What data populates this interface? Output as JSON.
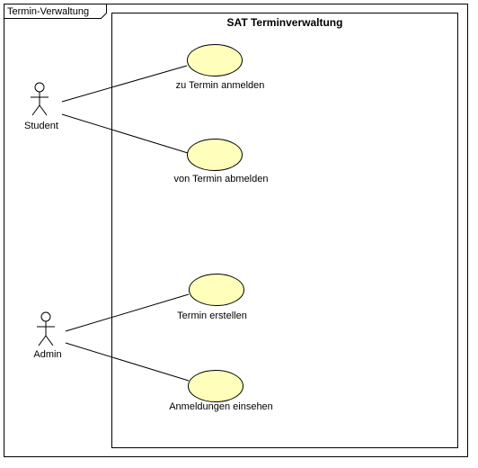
{
  "frame": {
    "label": "Termin-Verwaltung"
  },
  "system": {
    "title": "SAT Terminverwaltung"
  },
  "actors": [
    {
      "id": "student",
      "label": "Student"
    },
    {
      "id": "admin",
      "label": "Admin"
    }
  ],
  "use_cases": [
    {
      "id": "uc1",
      "label": "zu Termin anmelden"
    },
    {
      "id": "uc2",
      "label": "von Termin abmelden"
    },
    {
      "id": "uc3",
      "label": "Termin erstellen"
    },
    {
      "id": "uc4",
      "label": "Anmeldungen einsehen"
    }
  ],
  "associations": [
    {
      "actor": "student",
      "use_case": "uc1"
    },
    {
      "actor": "student",
      "use_case": "uc2"
    },
    {
      "actor": "admin",
      "use_case": "uc3"
    },
    {
      "actor": "admin",
      "use_case": "uc4"
    }
  ],
  "colors": {
    "use_case_fill": "#FFFFBB",
    "stroke": "#000000",
    "background": "#FFFFFF"
  }
}
